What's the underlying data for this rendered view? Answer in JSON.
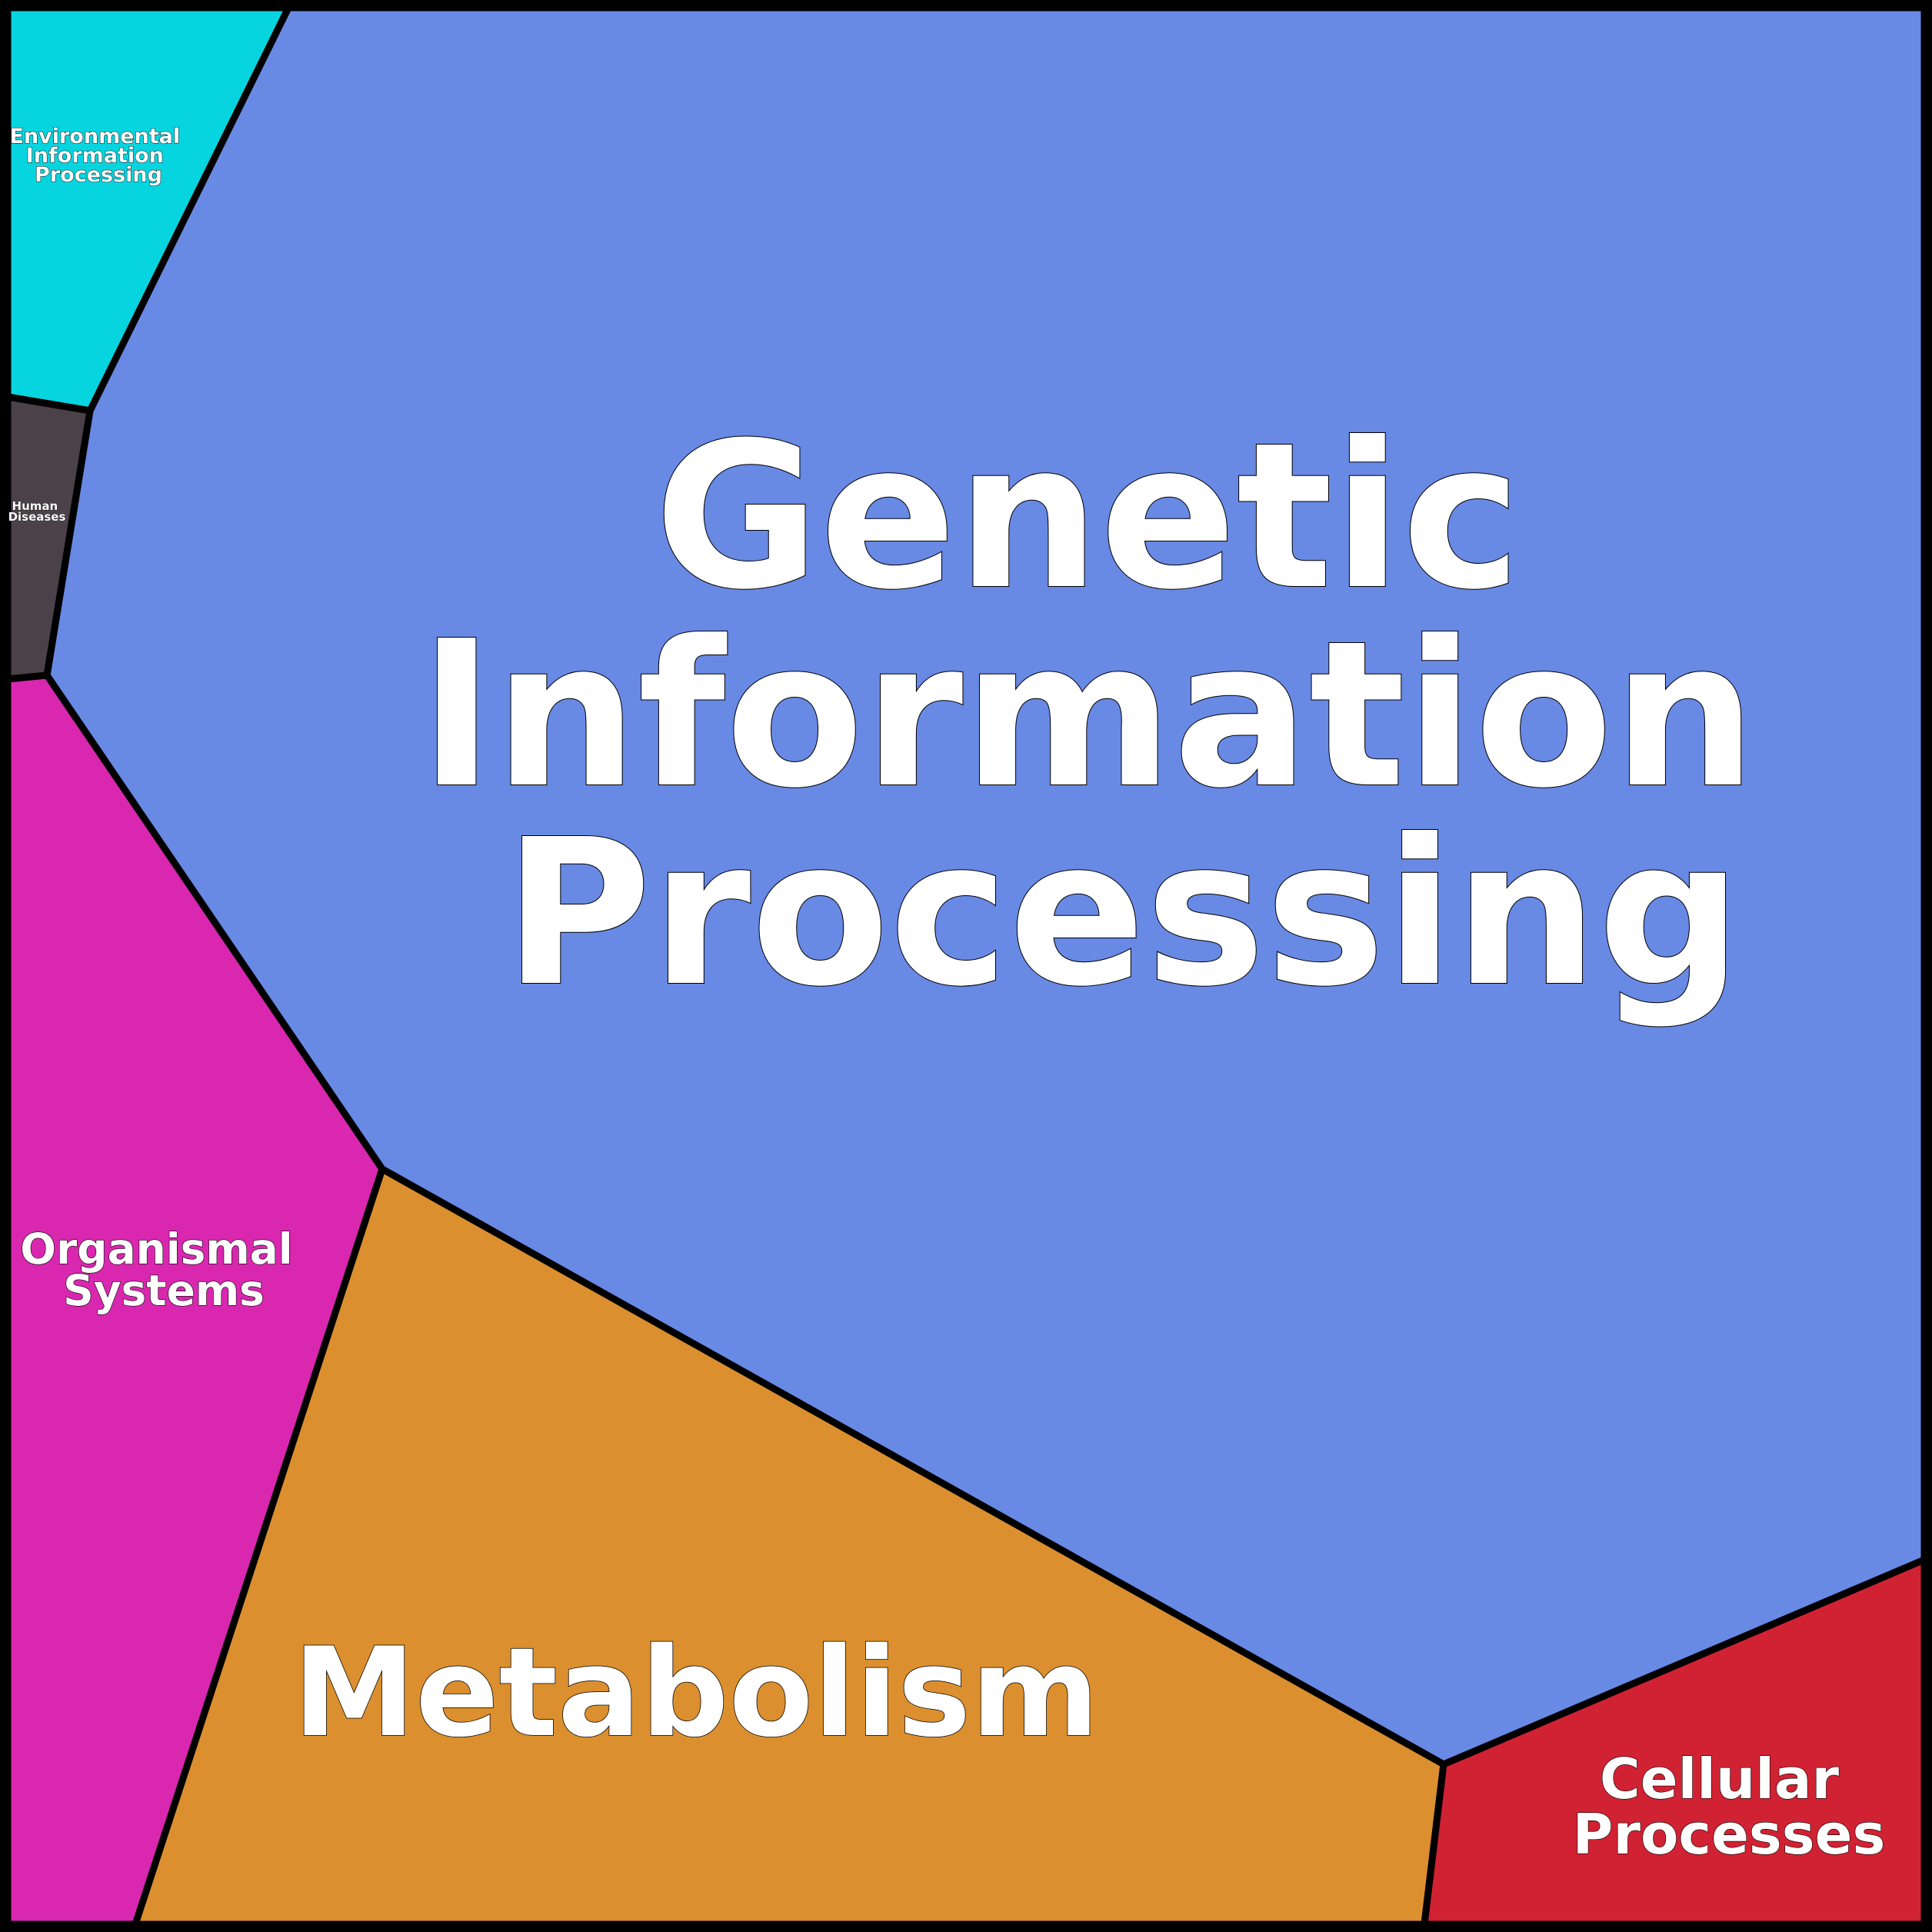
{
  "diagram": {
    "type": "voronoi-treemap",
    "cells": [
      {
        "id": "genetic",
        "label_lines": [
          "Genetic",
          "Information",
          "Processing"
        ],
        "color": "#6889e4"
      },
      {
        "id": "environmental",
        "label_lines": [
          "Environmental",
          "Information",
          "Processing"
        ],
        "color": "#06d5df"
      },
      {
        "id": "human-diseases",
        "label_lines": [
          "Human",
          "Diseases"
        ],
        "color": "#4b4149"
      },
      {
        "id": "organismal",
        "label_lines": [
          "Organismal",
          "Systems"
        ],
        "color": "#d927b0"
      },
      {
        "id": "metabolism",
        "label_lines": [
          "Metabolism"
        ],
        "color": "#db8f2f"
      },
      {
        "id": "cellular",
        "label_lines": [
          "Cellular",
          "Processes"
        ],
        "color": "#d12233"
      }
    ],
    "border_color": "#000000",
    "text_color": "#ffffff"
  }
}
